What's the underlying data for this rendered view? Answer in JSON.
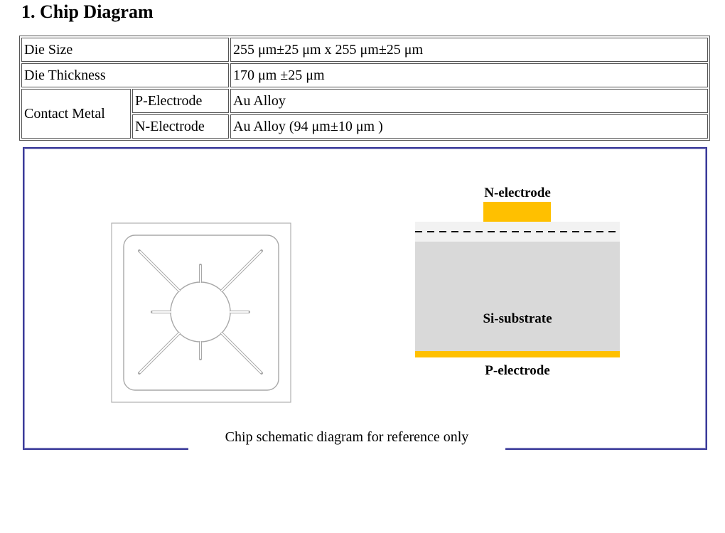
{
  "section": {
    "title": "1. Chip Diagram"
  },
  "table": {
    "die_size_label": "Die Size",
    "die_size_value": "255 μm±25 μm x 255 μm±25 μm",
    "die_thickness_label": "Die Thickness",
    "die_thickness_value": "170 μm ±25 μm",
    "contact_metal_label": "Contact Metal",
    "p_electrode_label": "P-Electrode",
    "p_electrode_value": "Au Alloy",
    "n_electrode_label": "N-Electrode",
    "n_electrode_value": "Au Alloy (94 μm±10 μm )"
  },
  "diagram": {
    "n_electrode_label": "N-electrode",
    "substrate_label": "Si-substrate",
    "p_electrode_label": "P-electrode",
    "caption": "Chip schematic diagram for reference only",
    "colors": {
      "electrode": "#ffc000",
      "substrate": "#d9d9d9",
      "epi_layer": "#f2f2f2",
      "frame": "#3a3a99"
    }
  }
}
